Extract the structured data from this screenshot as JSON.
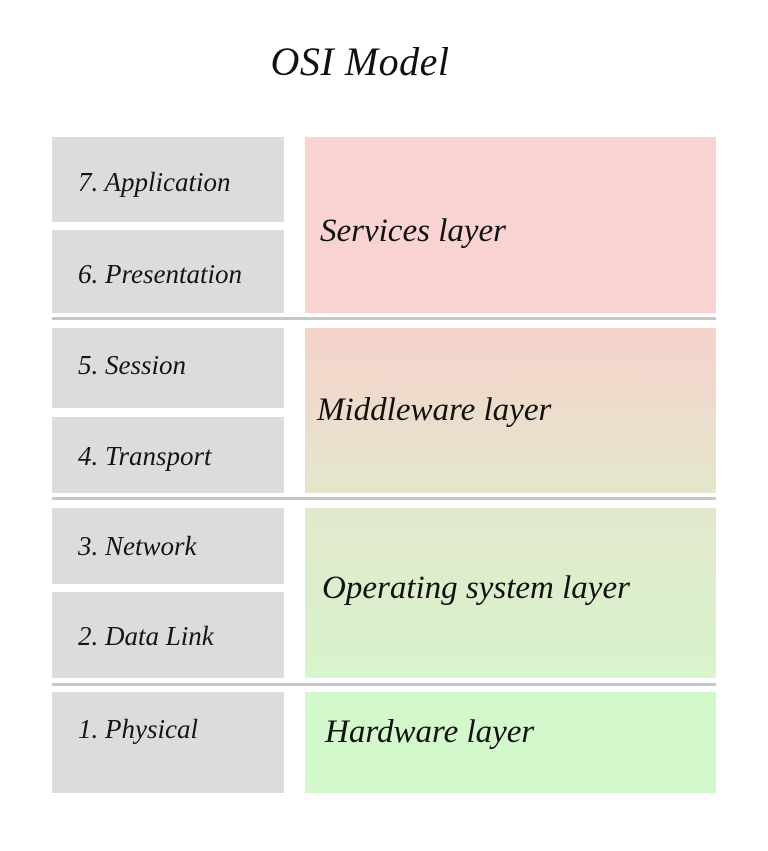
{
  "title": "OSI Model",
  "osi_layers": [
    {
      "number": 7,
      "label": "7. Application"
    },
    {
      "number": 6,
      "label": "6. Presentation"
    },
    {
      "number": 5,
      "label": "5. Session"
    },
    {
      "number": 4,
      "label": "4. Transport"
    },
    {
      "number": 3,
      "label": "3. Network"
    },
    {
      "number": 2,
      "label": "2. Data Link"
    },
    {
      "number": 1,
      "label": "1. Physical"
    }
  ],
  "groups": [
    {
      "label": "Services layer",
      "layers": [
        7,
        6
      ],
      "color": "#f9d2d2"
    },
    {
      "label": "Middleware layer",
      "layers": [
        5,
        4
      ],
      "color_top": "#f5d3cb",
      "color_bottom": "#e4e6cc"
    },
    {
      "label": "Operating system layer",
      "layers": [
        3,
        2
      ],
      "color_top": "#e2e8cc",
      "color_bottom": "#d8f4cc"
    },
    {
      "label": "Hardware layer",
      "layers": [
        1
      ],
      "color": "#d2f8cc"
    }
  ],
  "colors": {
    "osi_box": "#dcdcdc",
    "separator": "#c6c8c8"
  }
}
